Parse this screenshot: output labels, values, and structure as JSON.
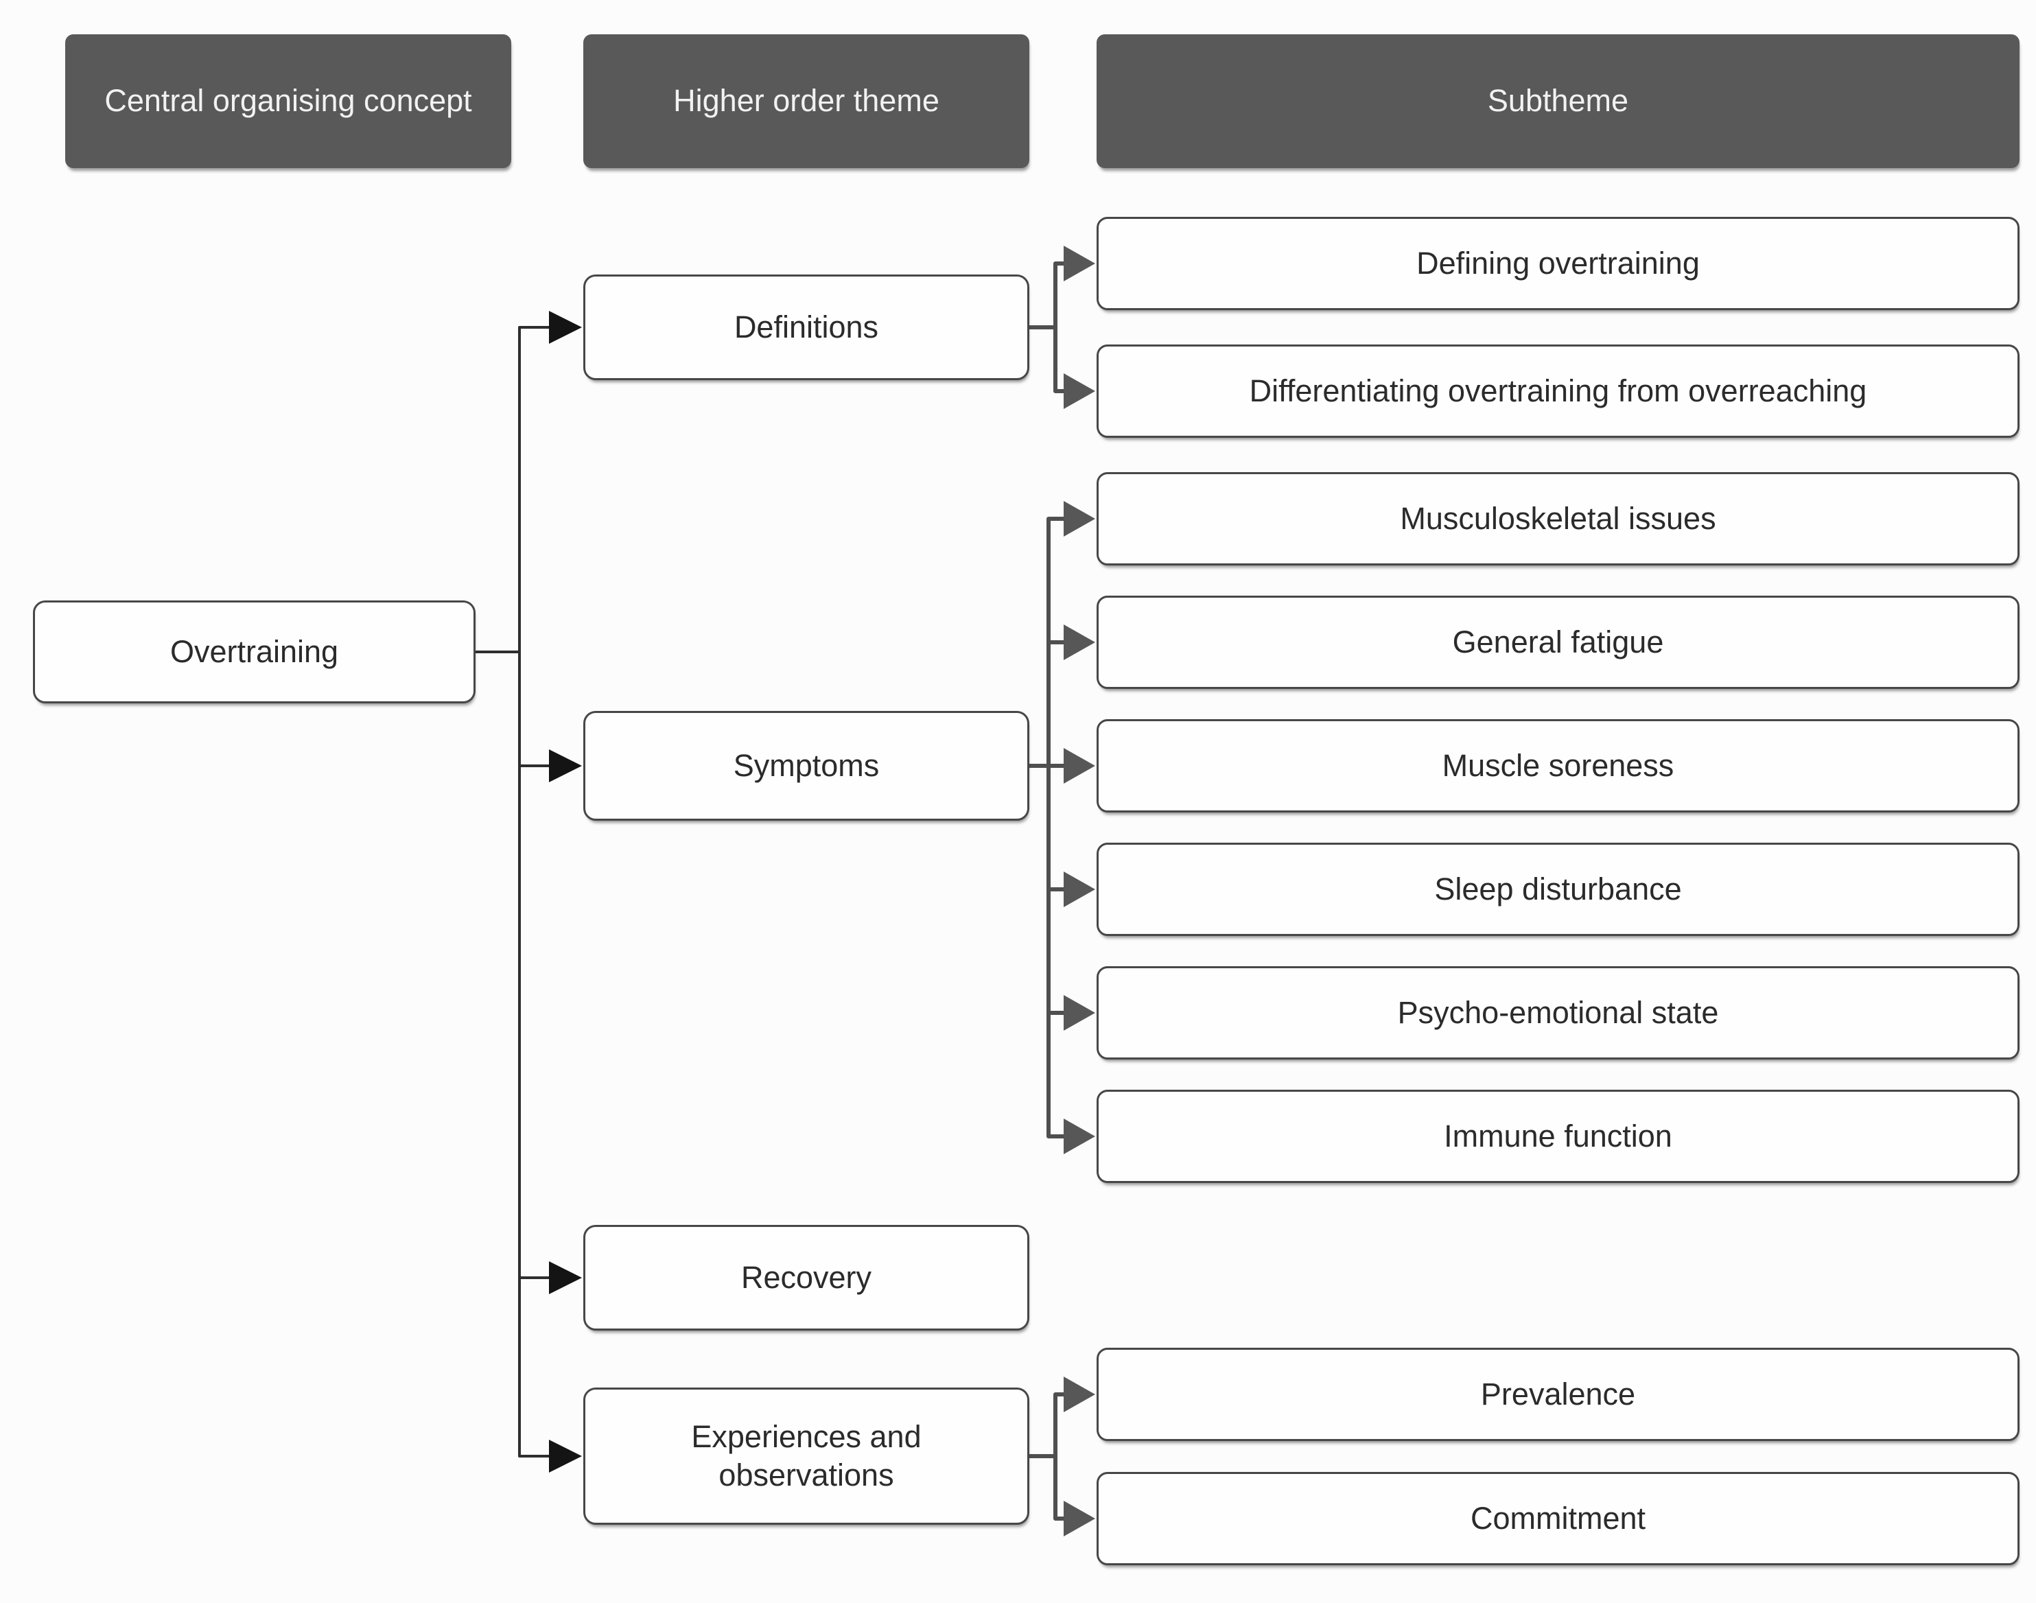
{
  "diagram": {
    "column_headers": {
      "central": "Central organising concept",
      "higher": "Higher order theme",
      "subtheme": "Subtheme"
    },
    "central_concept": {
      "label": "Overtraining"
    },
    "higher_order_themes": [
      {
        "label": "Definitions"
      },
      {
        "label": "Symptoms"
      },
      {
        "label": "Recovery"
      },
      {
        "label": "Experiences and observations"
      }
    ],
    "subthemes": [
      {
        "label": "Defining overtraining",
        "parent": "Definitions"
      },
      {
        "label": "Differentiating overtraining from overreaching",
        "parent": "Definitions"
      },
      {
        "label": "Musculoskeletal issues",
        "parent": "Symptoms"
      },
      {
        "label": "General fatigue",
        "parent": "Symptoms"
      },
      {
        "label": "Muscle soreness",
        "parent": "Symptoms"
      },
      {
        "label": "Sleep disturbance",
        "parent": "Symptoms"
      },
      {
        "label": "Psycho-emotional state",
        "parent": "Symptoms"
      },
      {
        "label": "Immune function",
        "parent": "Symptoms"
      },
      {
        "label": "Prevalence",
        "parent": "Experiences and observations"
      },
      {
        "label": "Commitment",
        "parent": "Experiences and observations"
      }
    ],
    "colors": {
      "header_bg": "#595959",
      "header_text": "#f2f2f2",
      "box_bg": "#fefefe",
      "box_border": "#474747",
      "connector_left": "#2e2e2e",
      "arrow_left": "#141414",
      "connector_right": "#4f4f4f",
      "arrow_right": "#575757",
      "background": "#fcfcfc"
    }
  }
}
